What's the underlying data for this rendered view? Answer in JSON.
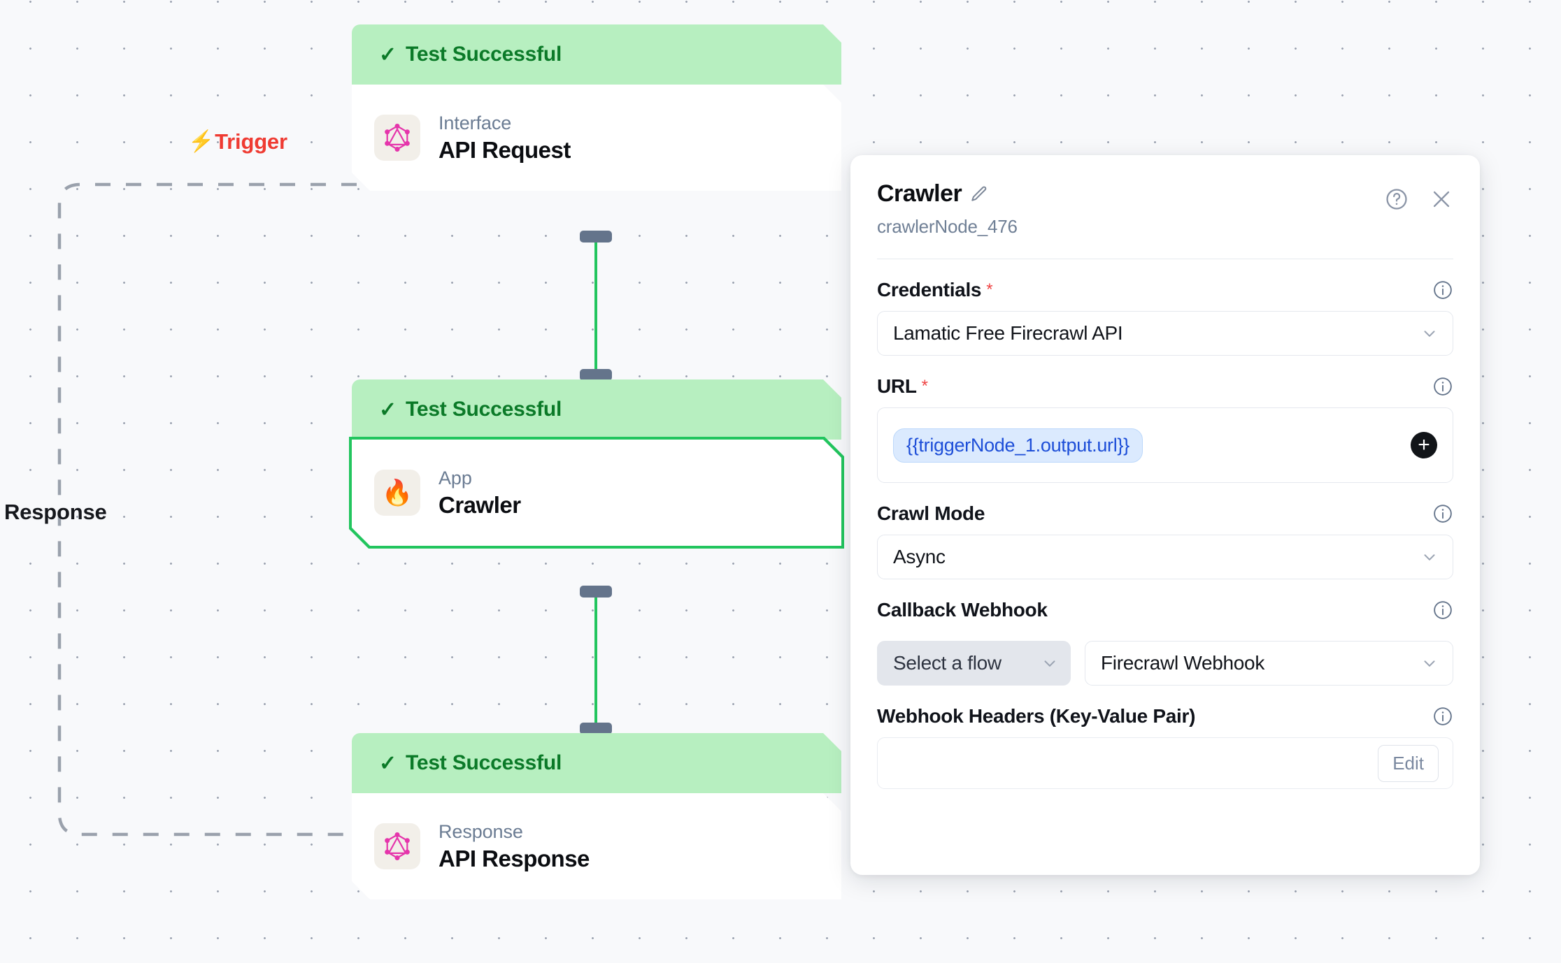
{
  "canvas": {
    "trigger_label": "Trigger",
    "trigger_icon": "lightning-bolt-icon",
    "response_label": "Response",
    "accent_green": "#22c55e",
    "status_bg": "#b7efc0",
    "status_text_color": "#0b7a28",
    "trigger_color": "#ef3b32"
  },
  "nodes": [
    {
      "status": "Test Successful",
      "status_icon": "check-icon",
      "kind": "Interface",
      "title": "API Request",
      "icon": "graphql-icon",
      "selected": false
    },
    {
      "status": "Test Successful",
      "status_icon": "check-icon",
      "kind": "App",
      "title": "Crawler",
      "icon": "flame-icon",
      "selected": true
    },
    {
      "status": "Test Successful",
      "status_icon": "check-icon",
      "kind": "Response",
      "title": "API Response",
      "icon": "graphql-icon",
      "selected": false
    }
  ],
  "panel": {
    "title": "Crawler",
    "edit_icon": "pencil-icon",
    "subtitle": "crawlerNode_476",
    "help_icon": "question-circle-icon",
    "close_icon": "close-icon",
    "fields": {
      "credentials": {
        "label": "Credentials",
        "required": "*",
        "info_icon": "info-icon",
        "value": "Lamatic Free Firecrawl API",
        "chevron": "chevron-down-icon"
      },
      "url": {
        "label": "URL",
        "required": "*",
        "info_icon": "info-icon",
        "token": "{{triggerNode_1.output.url}}",
        "add_label": "+"
      },
      "crawl_mode": {
        "label": "Crawl Mode",
        "info_icon": "info-icon",
        "value": "Async",
        "chevron": "chevron-down-icon"
      },
      "callback_webhook": {
        "label": "Callback Webhook",
        "info_icon": "info-icon",
        "flow_value": "Select a flow",
        "webhook_value": "Firecrawl Webhook",
        "chevron": "chevron-down-icon"
      },
      "webhook_headers": {
        "label": "Webhook Headers (Key-Value Pair)",
        "info_icon": "info-icon",
        "edit_label": "Edit"
      }
    }
  }
}
